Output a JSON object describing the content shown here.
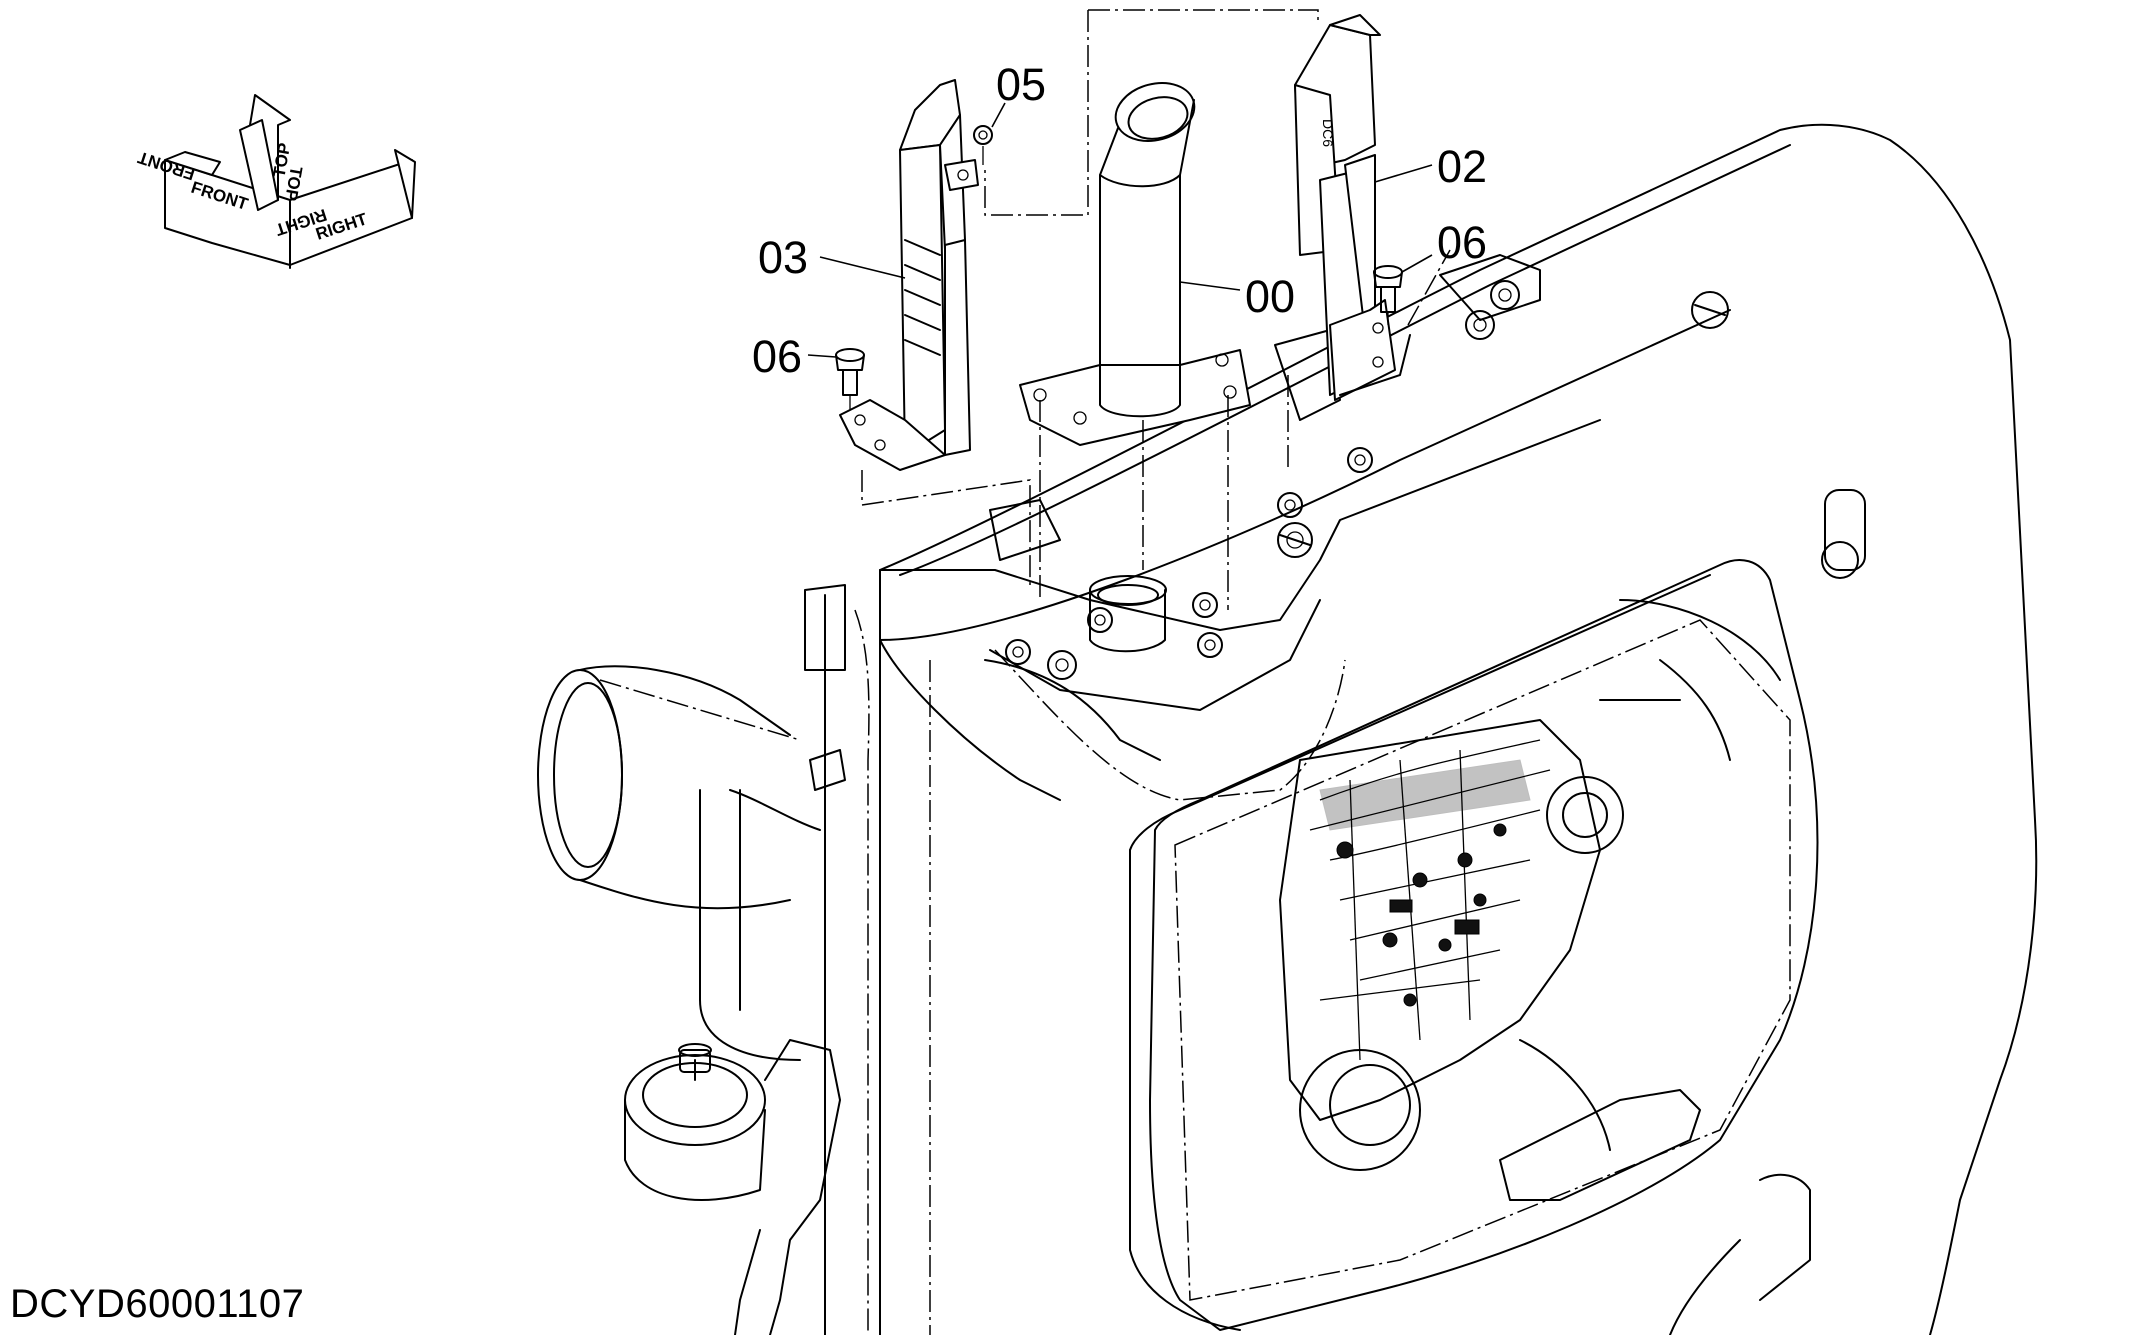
{
  "drawing_id": "DCYD60001107",
  "orientation": {
    "front": "FRONT",
    "top": "TOP",
    "right": "RIGHT"
  },
  "callouts": [
    {
      "id": "00",
      "label": "00"
    },
    {
      "id": "02",
      "label": "02"
    },
    {
      "id": "03",
      "label": "03"
    },
    {
      "id": "05",
      "label": "05"
    },
    {
      "id": "06a",
      "label": "06"
    },
    {
      "id": "06b",
      "label": "06"
    }
  ],
  "part_marking": "DC6"
}
